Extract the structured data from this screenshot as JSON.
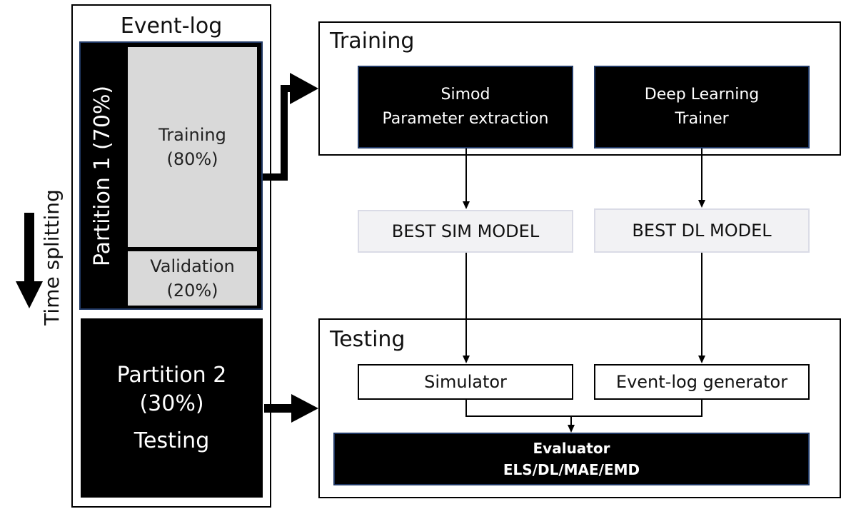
{
  "event_log": {
    "title": "Event-log",
    "partition1": {
      "label": "Partition 1 (70%)",
      "training": [
        "Training",
        "(80%)"
      ],
      "validation": [
        "Validation",
        "(20%)"
      ]
    },
    "partition2": [
      "Partition 2",
      "(30%)",
      "Testing"
    ]
  },
  "time_splitting": "Time splitting",
  "training_panel": {
    "title": "Training",
    "simod": [
      "Simod",
      "Parameter extraction"
    ],
    "dl_trainer": [
      "Deep Learning",
      "Trainer"
    ]
  },
  "models": {
    "sim": "BEST SIM MODEL",
    "dl": "BEST DL MODEL"
  },
  "testing_panel": {
    "title": "Testing",
    "simulator": "Simulator",
    "generator": "Event-log generator",
    "evaluator": [
      "Evaluator",
      "ELS/DL/MAE/EMD"
    ]
  }
}
